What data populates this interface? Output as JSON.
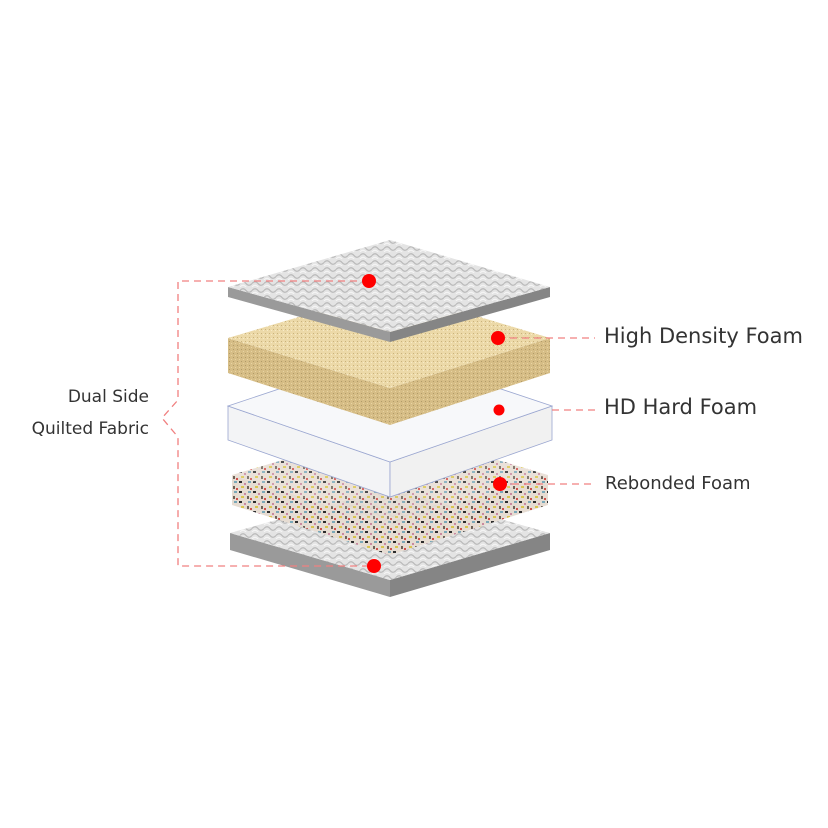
{
  "labels": {
    "high_density_foam": "High Density Foam",
    "hd_hard_foam": "HD Hard Foam",
    "rebonded_foam": "Rebonded Foam",
    "quilted_line1": "Dual Side",
    "quilted_line2": "Quilted Fabric"
  },
  "colors": {
    "marker": "#ff0000",
    "leader": "#f08080",
    "fabric_top": "#dcdcdc",
    "fabric_side": "#8f8f8f",
    "foam_top": "#efdcae",
    "foam_side": "#d8c08a",
    "hard_foam": "#f4f5f7",
    "rebonded_base": "#d9cfc4"
  }
}
